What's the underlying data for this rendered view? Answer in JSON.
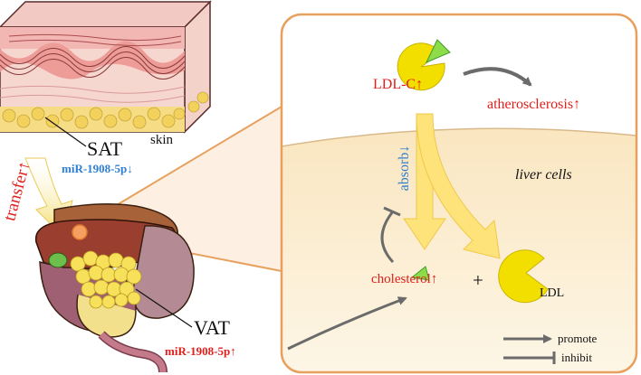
{
  "skin_label": "skin",
  "sat": {
    "label": "SAT",
    "mirna": "miR-1908-5p↓"
  },
  "vat": {
    "label": "VAT",
    "mirna": "miR-1908-5p↑"
  },
  "transfer": "transfer↑",
  "ldl_c": "LDL-C↑",
  "atherosclerosis": "atherosclerosis↑",
  "absorb": "absorb↓",
  "liver_cells": "liver cells",
  "cholesterol": "cholesterol↑",
  "plus": "+",
  "ldl": "LDL",
  "legend": {
    "promote": "promote",
    "inhibit": "inhibit"
  },
  "colors": {
    "red": "#e0201c",
    "blue": "#2e7fd1",
    "panel_border": "#e8a05e",
    "liver_bg": "#fcf0d6",
    "pacman": "#f2df00",
    "wedge": "#8fdc4a",
    "arrow_yellow": "#fde37a",
    "arrow_gray": "#6b6b6b"
  }
}
